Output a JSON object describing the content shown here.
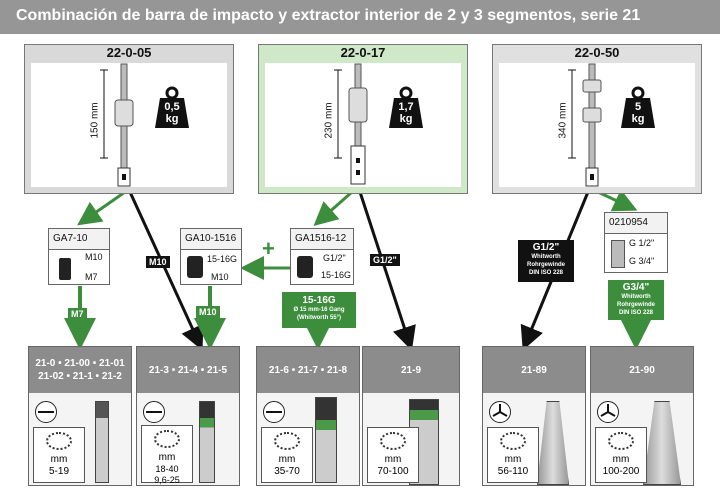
{
  "title": "Combinación de barra de impacto y extractor interior de 2 y 3 segmentos, serie 21",
  "colors": {
    "header_bg": "#969696",
    "green": "#3c8d3c",
    "dark": "#111111",
    "grey": "#8c8c8c"
  },
  "top_panels": [
    {
      "code": "22-0-05",
      "length": "150 mm",
      "weight": "0,5",
      "weight_unit": "kg"
    },
    {
      "code": "22-0-17",
      "length": "230 mm",
      "weight": "1,7",
      "weight_unit": "kg"
    },
    {
      "code": "22-0-50",
      "length": "340 mm",
      "weight": "5",
      "weight_unit": "kg"
    }
  ],
  "adapters": [
    {
      "code": "GA7-10",
      "top_thread": "M10",
      "bottom_thread": "M7"
    },
    {
      "code": "GA10-1516",
      "top_thread": "M10",
      "bottom_thread": "15-16G"
    },
    {
      "code": "GA1516-12",
      "top_thread": "G1/2\"",
      "bottom_thread": "15-16G"
    },
    {
      "code": "0210954",
      "top_thread": "G 1/2\"",
      "bottom_thread": "G 3/4\""
    }
  ],
  "connector_tags": {
    "m10_black": "M10",
    "m7_green": "M7",
    "m10_green": "M10",
    "g12_black": "G1/2\"",
    "plus": "+",
    "thread_15_16g": {
      "title": "15-16G",
      "line1": "Ø 15 mm-16 Gang",
      "line2": "(Whitworth 55°)"
    },
    "g12_whitworth": {
      "title": "G1/2\"",
      "line1": "Whitworth",
      "line2": "Rohrgewinde",
      "line3": "DIN ISO 228"
    },
    "g34_whitworth": {
      "title": "G3/4\"",
      "line1": "Whitworth",
      "line2": "Rohrgewinde",
      "line3": "DIN ISO 228"
    }
  },
  "results": [
    {
      "line1": "21-0 • 21-00 • 21-01",
      "line2": "21-02 • 21-1 • 21-2",
      "unit": "mm",
      "range": "5-19",
      "range2": ""
    },
    {
      "line1": "21-3 • 21-4 • 21-5",
      "line2": "",
      "unit": "mm",
      "range": "18-40",
      "range2": "9,6-25"
    },
    {
      "line1": "21-6 • 21-7 • 21-8",
      "line2": "",
      "unit": "mm",
      "range": "35-70",
      "range2": ""
    },
    {
      "line1": "21-9",
      "line2": "",
      "unit": "mm",
      "range": "70-100",
      "range2": ""
    },
    {
      "line1": "21-89",
      "line2": "",
      "unit": "mm",
      "range": "56-110",
      "range2": ""
    },
    {
      "line1": "21-90",
      "line2": "",
      "unit": "mm",
      "range": "100-200",
      "range2": ""
    }
  ]
}
